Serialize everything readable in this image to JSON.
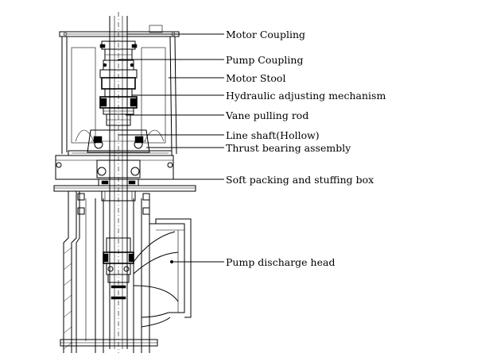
{
  "labels": [
    {
      "id": "motor-coupling",
      "text": "Motor Coupling"
    },
    {
      "id": "pump-coupling",
      "text": "Pump Coupling"
    },
    {
      "id": "motor-stool",
      "text": "Motor Stool"
    },
    {
      "id": "hydraulic-adjusting-mechanism",
      "text": "Hydraulic adjusting mechanism"
    },
    {
      "id": "vane-pulling-rod",
      "text": "Vane pulling rod"
    },
    {
      "id": "line-shaft",
      "text": "Line shaft(Hollow)"
    },
    {
      "id": "thrust-bearing-assembly",
      "text": "Thrust bearing assembly"
    },
    {
      "id": "soft-packing",
      "text": "Soft packing and stuffing box"
    },
    {
      "id": "pump-discharge-head",
      "text": "Pump discharge head"
    }
  ],
  "colors": {
    "line": "#000000",
    "background": "#ffffff"
  }
}
